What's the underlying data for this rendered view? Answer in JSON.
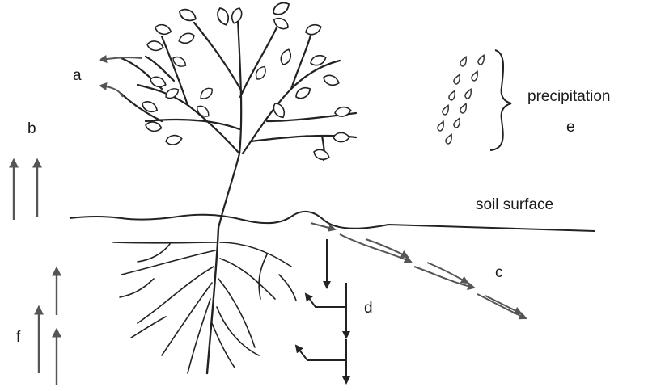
{
  "labels": {
    "a": "a",
    "b": "b",
    "c": "c",
    "d": "d",
    "e": "e",
    "f": "f",
    "precipitation": "precipitation",
    "soil_surface": "soil surface"
  },
  "colors": {
    "ink": "#1a1a1a",
    "arrow": "#555555",
    "background": "#ffffff"
  }
}
